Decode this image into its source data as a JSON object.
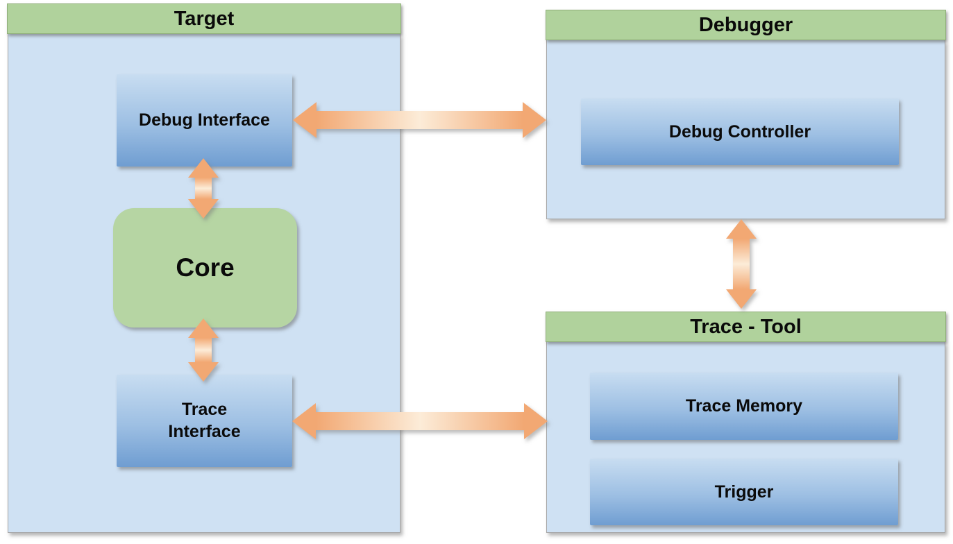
{
  "containers": {
    "target": {
      "title": "Target"
    },
    "debugger": {
      "title": "Debugger"
    },
    "trace_tool": {
      "title": "Trace - Tool"
    }
  },
  "nodes": {
    "debug_interface": {
      "label": "Debug Interface",
      "shape": "rectangle",
      "style": "blue-gradient",
      "container": "Target"
    },
    "core": {
      "label": "Core",
      "shape": "rounded-rectangle",
      "style": "green",
      "container": "Target"
    },
    "trace_interface": {
      "label": "Trace Interface",
      "shape": "rectangle",
      "style": "blue-gradient",
      "container": "Target"
    },
    "debug_controller": {
      "label": "Debug Controller",
      "shape": "rectangle",
      "style": "blue-gradient",
      "container": "Debugger"
    },
    "trace_memory": {
      "label": "Trace Memory",
      "shape": "rectangle",
      "style": "blue-gradient",
      "container": "Trace - Tool"
    },
    "trigger": {
      "label": "Trigger",
      "shape": "rectangle",
      "style": "blue-gradient",
      "container": "Trace - Tool"
    }
  },
  "edges": [
    {
      "from": "Debug Interface",
      "to": "Debug Controller",
      "direction": "bidirectional",
      "orientation": "horizontal",
      "style": "orange-block-arrow"
    },
    {
      "from": "Debug Interface",
      "to": "Core",
      "direction": "bidirectional",
      "orientation": "vertical",
      "style": "orange-block-arrow"
    },
    {
      "from": "Core",
      "to": "Trace Interface",
      "direction": "bidirectional",
      "orientation": "vertical",
      "style": "orange-block-arrow"
    },
    {
      "from": "Trace Interface",
      "to": "Trace - Tool",
      "direction": "bidirectional",
      "orientation": "horizontal",
      "style": "orange-block-arrow"
    },
    {
      "from": "Debugger",
      "to": "Trace - Tool",
      "direction": "bidirectional",
      "orientation": "vertical",
      "style": "orange-block-arrow"
    }
  ],
  "colors": {
    "background": "#ffffff",
    "header_green": "#b0d29c",
    "header_green_border": "#8fae79",
    "body_blue": "#cfe1f3",
    "body_border": "#a6a6a6",
    "box_blue_top": "#c8ddf1",
    "box_blue_mid": "#9dbfe3",
    "box_blue_bottom": "#6f9dd1",
    "core_green": "#b6d5a3",
    "arrow_orange": "#f2a873",
    "arrow_highlight": "#fcecd8",
    "text": "#0a0a0a"
  }
}
